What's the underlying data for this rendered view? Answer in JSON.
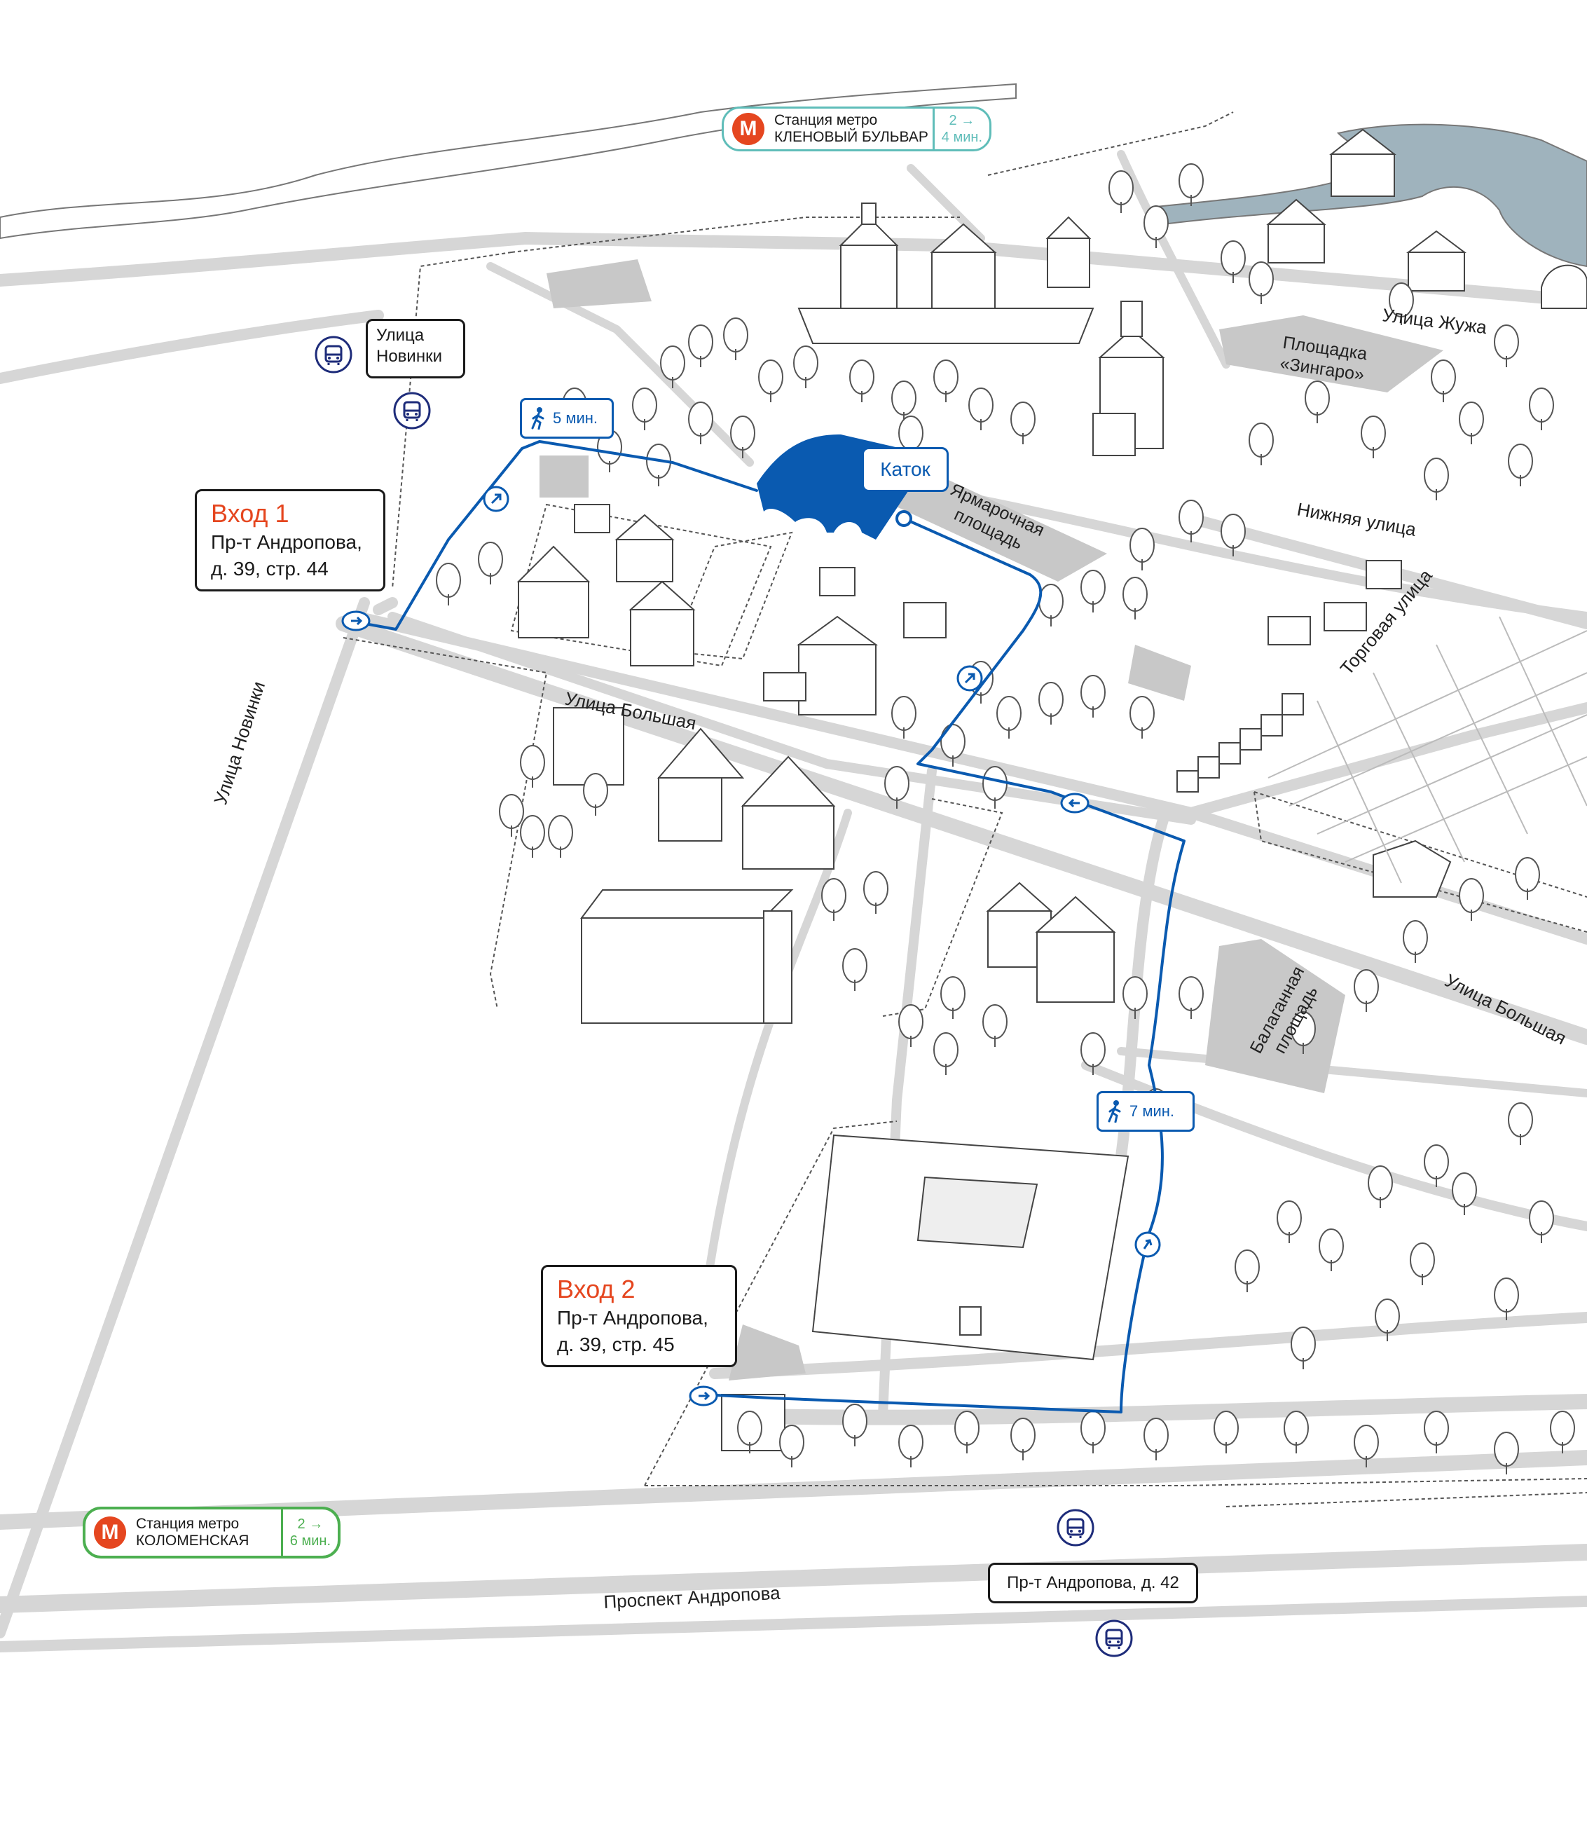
{
  "metro": [
    {
      "line1": "Станция метро",
      "line2": "КЛЕНОВЫЙ БУЛЬВАР",
      "time_line1": "2 →",
      "time_line2": "4 мин.",
      "color": "#5fbdb9"
    },
    {
      "line1": "Станция метро",
      "line2": "КОЛОМЕНСКАЯ",
      "time_line1": "2 →",
      "time_line2": "6 мин.",
      "color": "#4caf50"
    }
  ],
  "metro_logo": "М",
  "entrances": [
    {
      "title": "Вход 1",
      "address_line1": "Пр-т Андропова,",
      "address_line2": "д. 39, стр. 44"
    },
    {
      "title": "Вход 2",
      "address_line1": "Пр-т Андропова,",
      "address_line2": "д. 39, стр. 45"
    }
  ],
  "bus_stops": [
    {
      "label_line1": "Улица",
      "label_line2": "Новинки"
    },
    {
      "label_line1": "Пр-т Андропова, д. 42",
      "label_line2": ""
    }
  ],
  "destination": "Каток",
  "walk_times": [
    "5 мин.",
    "7 мин."
  ],
  "streets": {
    "novinki_vertical": "Улица Новинки",
    "bolshaya_upper": "Улица Большая",
    "bolshaya_lower": "Улица Большая",
    "zhuzha": "Улица Жужа",
    "nizhnyaya": "Нижняя улица",
    "torgovaya": "Торговая улица",
    "prospekt": "Проспект Андропова"
  },
  "areas": {
    "zingaro_line1": "Площадка",
    "zingaro_line2": "«Зингаро»",
    "yarmarochnaya_line1": "Ярмарочная",
    "yarmarochnaya_line2": "площадь",
    "balagannaya_line1": "Балаганная",
    "balagannaya_line2": "площадь"
  },
  "colors": {
    "route": "#0a5ab0",
    "entrance_title": "#e5461f",
    "metro_logo": "#e5461f",
    "road": "#d6d6d6",
    "plaza": "#c8c8c8",
    "water": "#9fb3bd"
  },
  "icons": [
    "metro-logo-icon",
    "bus-icon",
    "walk-icon",
    "arrow-icon",
    "tree-icon",
    "building-icon"
  ]
}
